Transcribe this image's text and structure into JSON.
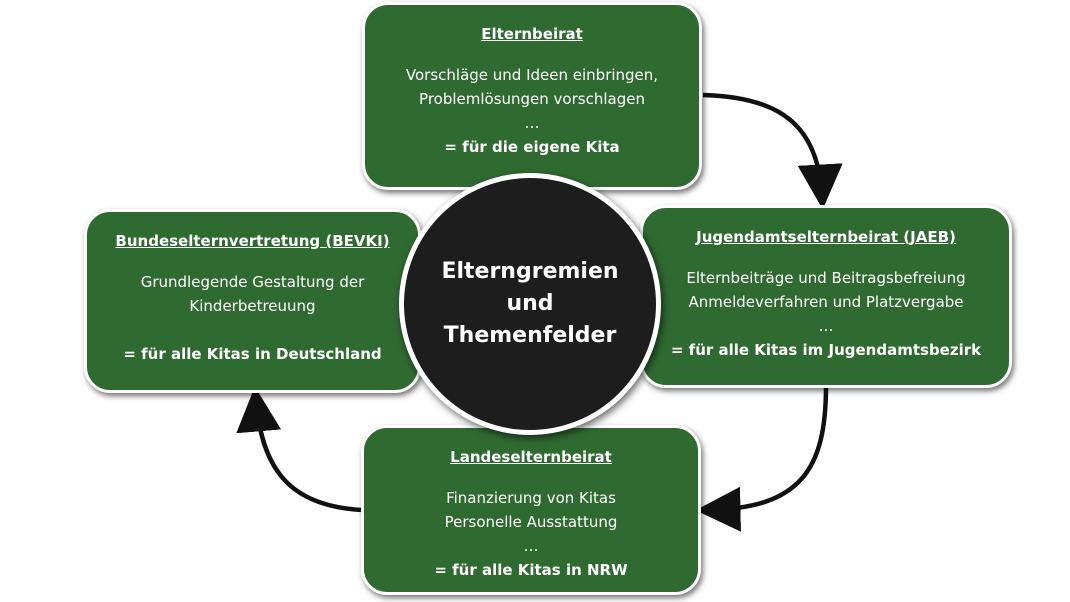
{
  "center": {
    "lines": [
      "Elterngremien",
      "und",
      "Themenfelder"
    ]
  },
  "boxes": {
    "top": {
      "title": "Elternbeirat",
      "lines": [
        "Vorschläge und Ideen einbringen,",
        "Problemlösungen vorschlagen",
        "…"
      ],
      "scope": "= für die eigene Kita"
    },
    "right": {
      "title": "Jugendamtselternbeirat (JAEB)",
      "lines": [
        "Elternbeiträge und Beitragsbefreiung",
        "Anmeldeverfahren und Platzvergabe",
        "…"
      ],
      "scope": "= für alle Kitas im Jugendamtsbezirk"
    },
    "bottom": {
      "title": "Landeselternbeirat",
      "lines": [
        "Finanzierung von Kitas",
        "Personelle Ausstattung",
        "…"
      ],
      "scope": "= für alle Kitas in NRW"
    },
    "left": {
      "title": "Bundeselternvertretung (BEVKI)",
      "lines": [
        "Grundlegende Gestaltung der",
        "Kinderbetreuung"
      ],
      "scope": "= für alle Kitas in Deutschland"
    }
  },
  "colors": {
    "box_fill": "#2f6a31",
    "center_fill": "#1d1d1d",
    "arrow": "#111111",
    "text": "#ffffff"
  }
}
